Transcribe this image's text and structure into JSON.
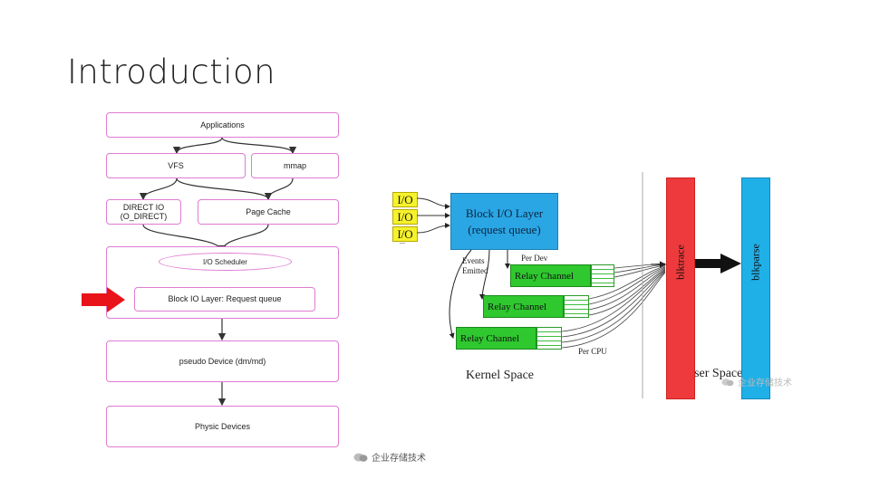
{
  "slide": {
    "title": "Introduction"
  },
  "left_diagram": {
    "applications": "Applications",
    "vfs": "VFS",
    "mmap": "mmap",
    "direct_io": "DIRECT IO\n(O_DIRECT)",
    "direct_io_line1": "DIRECT IO",
    "direct_io_line2": "(O_DIRECT)",
    "page_cache": "Page Cache",
    "io_scheduler": "I/O Scheduler",
    "block_io_layer": "Block IO Layer: Request queue",
    "pseudo_device": "pseudo Device (dm/md)",
    "physic_devices": "Physic Devices",
    "pointer_color": "#e8141a",
    "border_color": "#e07bd3"
  },
  "right_diagram": {
    "io_labels": [
      "I/O",
      "I/O",
      "I/O"
    ],
    "io_more": "...",
    "block_layer_line1": "Block I/O Layer",
    "block_layer_line2": "(request queue)",
    "events_emitted_line1": "Events",
    "events_emitted_line2": "Emitted",
    "per_dev": "Per Dev",
    "relay_channels": [
      "Relay Channel",
      "Relay Channel",
      "Relay Channel"
    ],
    "per_cpu": "Per CPU",
    "kernel_space": "Kernel Space",
    "user_space": "User Space",
    "blktrace": "blktrace",
    "blkparse": "blkparse",
    "colors": {
      "io": "#f6f22c",
      "block_layer": "#2aa6e5",
      "relay": "#2fc82f",
      "blktrace": "#ee3a3c",
      "blkparse": "#20b0e8"
    }
  },
  "watermarks": {
    "bottom": "企业存储技术",
    "right": "企业存储技术"
  }
}
